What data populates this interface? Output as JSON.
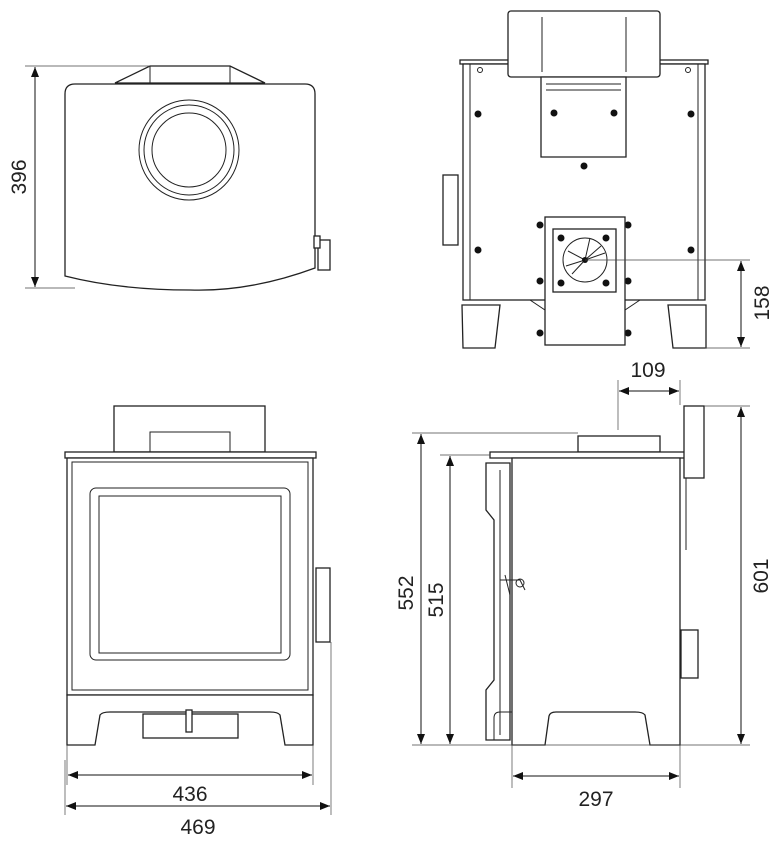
{
  "dimensions": {
    "top_view_depth": "396",
    "flue_height_back": "158",
    "flue_offset_side": "109",
    "height_to_top_plate": "552",
    "height_to_door_top": "515",
    "overall_height": "601",
    "body_width": "436",
    "overall_width": "469",
    "depth": "297"
  },
  "colors": {
    "line": "#222222",
    "background": "#ffffff"
  }
}
